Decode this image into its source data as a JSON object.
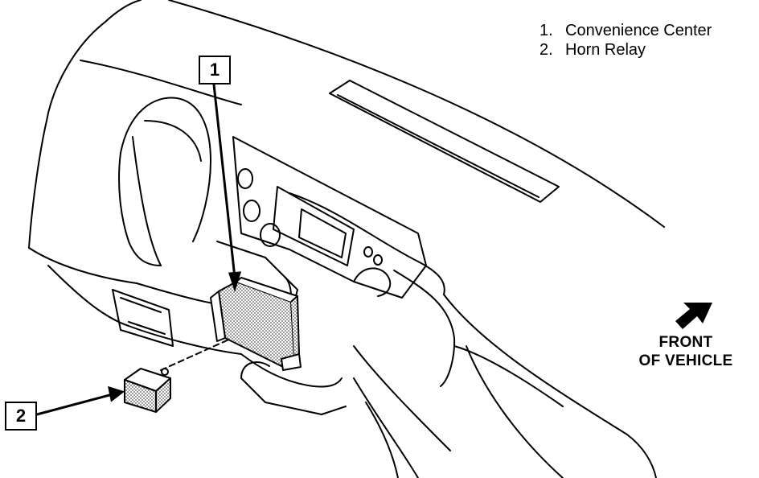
{
  "legend": {
    "items": [
      {
        "number": "1.",
        "label": "Convenience Center"
      },
      {
        "number": "2.",
        "label": "Horn Relay"
      }
    ]
  },
  "callouts": [
    {
      "text": "1"
    },
    {
      "text": "2"
    }
  ],
  "direction_label": {
    "line1": "FRONT",
    "line2": "OF VEHICLE"
  },
  "icons": {
    "direction_arrow": "front-arrow-icon"
  },
  "colors": {
    "ink": "#000000",
    "paper": "#ffffff",
    "stipple": "#7a7a7a"
  }
}
